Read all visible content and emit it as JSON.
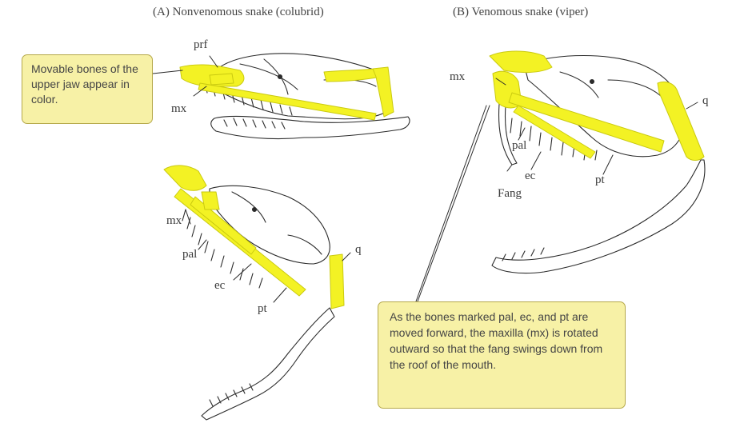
{
  "panels": {
    "a_title": "(A) Nonvenomous snake (colubrid)",
    "b_title": "(B) Venomous snake (viper)"
  },
  "labels": {
    "prf": "prf",
    "mx": "mx",
    "pal": "pal",
    "ec": "ec",
    "pt": "pt",
    "q": "q",
    "fang": "Fang"
  },
  "callouts": {
    "movable_bones": "Movable bones of the upper jaw appear in color.",
    "mechanism": "As the bones marked pal, ec, and pt are moved forward, the maxilla (mx) is rotated outward so that the fang swings down from the roof of the mouth."
  },
  "colors": {
    "highlight": "#f3f224",
    "outline": "#2b2b2b",
    "callout_fill": "#f7f1a6"
  }
}
